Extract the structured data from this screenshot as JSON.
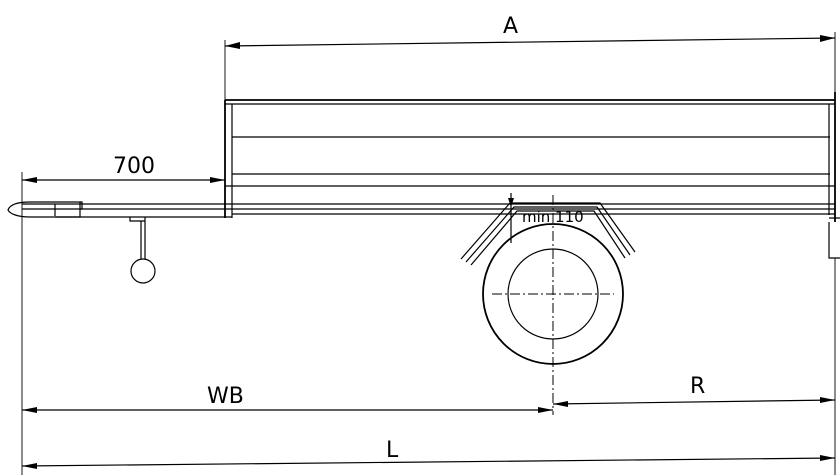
{
  "dimensions": {
    "box_length": "A",
    "drawbar_overhang": "700",
    "ground_clearance": "min 110",
    "wheelbase": "WB",
    "rear_overhang": "R",
    "overall_length": "L"
  }
}
